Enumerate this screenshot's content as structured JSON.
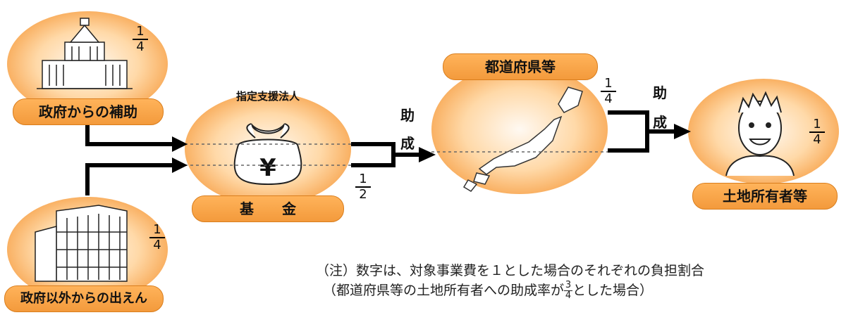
{
  "nodes": {
    "gov_subsidy": {
      "label": "政府からの補助",
      "num": "1",
      "den": "4"
    },
    "other_contrib": {
      "label": "政府以外からの出えん",
      "num": "1",
      "den": "4"
    },
    "designated_org": {
      "title": "指定支援法人",
      "fund_label": "基　　金"
    },
    "prefecture": {
      "label": "都道府県等"
    },
    "landowner": {
      "label": "土地所有者等",
      "num": "1",
      "den": "4"
    }
  },
  "flows": {
    "fund_to_pref": {
      "char1": "助",
      "char2": "成",
      "num": "1",
      "den": "2"
    },
    "pref_to_owner": {
      "char1": "助",
      "char2": "成",
      "num": "1",
      "den": "4"
    }
  },
  "note": {
    "line1": "（注）数字は、対象事業費を１とした場合のそれぞれの負担割合",
    "line2_before": "（都道府県等の土地所有者への助成率が",
    "line2_num": "3",
    "line2_den": "4",
    "line2_after": "とした場合）"
  },
  "colors": {
    "accent": "#f39a3c",
    "arrow": "#000000"
  }
}
